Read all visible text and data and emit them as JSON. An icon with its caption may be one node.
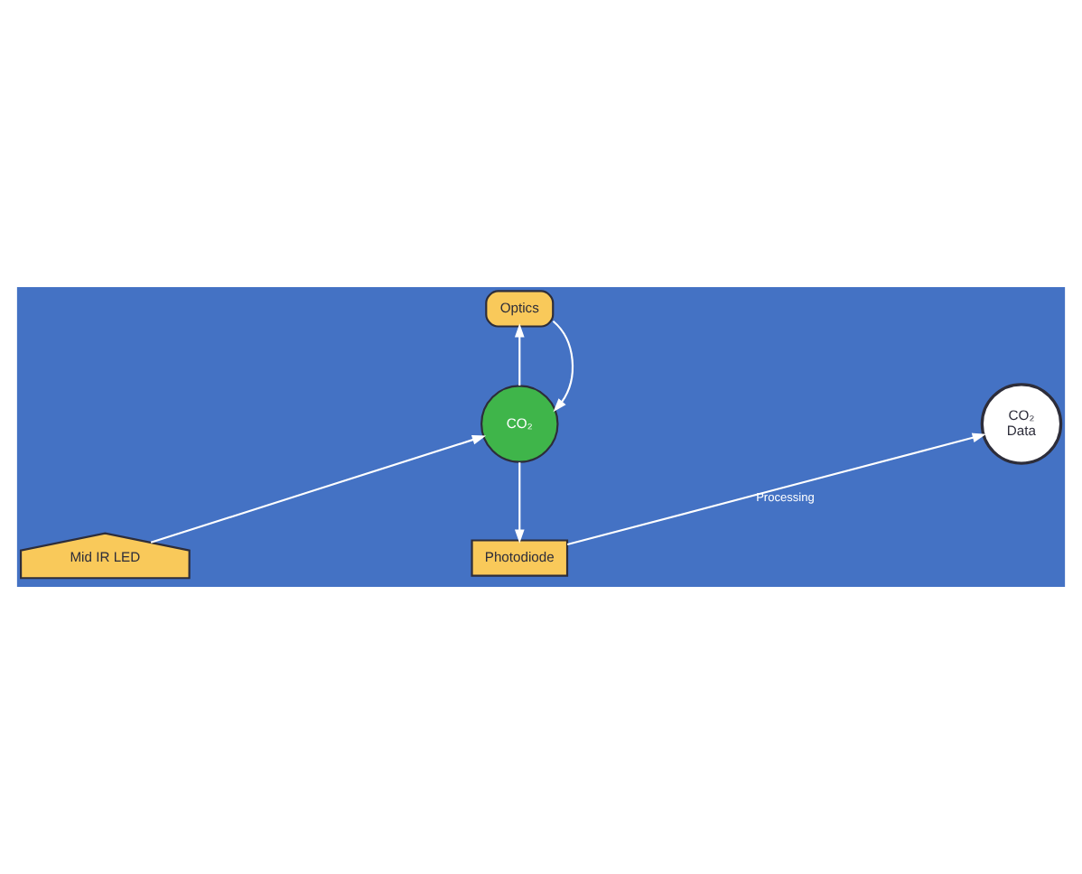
{
  "diagram": {
    "nodes": [
      {
        "text": [
          "Optics"
        ]
      },
      {
        "text": [
          "CO₂"
        ]
      },
      {
        "text": [
          "Mid IR LED"
        ]
      },
      {
        "text": [
          "Photodiode"
        ]
      },
      {
        "text": [
          "CO₂",
          "Data"
        ]
      }
    ],
    "edges": [
      {
        "from": 1,
        "to": 0,
        "arrow": "to"
      },
      {
        "from": 0,
        "to": 1,
        "arrow": "to"
      },
      {
        "from": 2,
        "to": 1,
        "arrow": "to"
      },
      {
        "from": 1,
        "to": 3,
        "arrow": "to"
      },
      {
        "from": 3,
        "to": 4,
        "arrow": "to",
        "label": "Processing"
      }
    ]
  }
}
